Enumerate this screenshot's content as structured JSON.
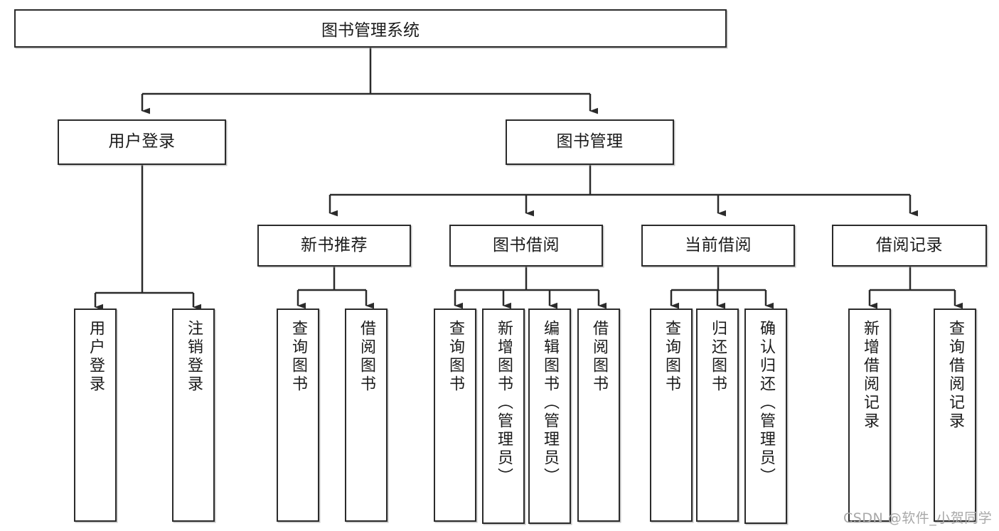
{
  "diagram": {
    "type": "tree-hierarchy",
    "title": "图书管理系统",
    "watermark": "CSDN @软件_小贺同学",
    "colors": {
      "box_border": "#2b2b2b",
      "box_fill": "#ffffff",
      "line": "#2b2b2b",
      "watermark": "#a8a8a8",
      "background": "#ffffff"
    },
    "nodes": {
      "root": {
        "label": "图书管理系统"
      },
      "level2": [
        {
          "id": "user-login",
          "label": "用户登录"
        },
        {
          "id": "book-manage",
          "label": "图书管理"
        }
      ],
      "level3": [
        {
          "id": "new-book-rec",
          "label": "新书推荐"
        },
        {
          "id": "book-borrow",
          "label": "图书借阅"
        },
        {
          "id": "current-borrow",
          "label": "当前借阅"
        },
        {
          "id": "borrow-record",
          "label": "借阅记录"
        }
      ],
      "leaves": {
        "user-login": [
          {
            "id": "leaf-user-login",
            "label": "用户登录"
          },
          {
            "id": "leaf-user-logout",
            "label": "注销登录"
          }
        ],
        "new-book-rec": [
          {
            "id": "leaf-query-book-1",
            "label": "查询图书"
          },
          {
            "id": "leaf-borrow-book-1",
            "label": "借阅图书"
          }
        ],
        "book-borrow": [
          {
            "id": "leaf-query-book-2",
            "label": "查询图书"
          },
          {
            "id": "leaf-add-book",
            "label": "新增图书（管理员）"
          },
          {
            "id": "leaf-edit-book",
            "label": "编辑图书（管理员）"
          },
          {
            "id": "leaf-borrow-book-2",
            "label": "借阅图书"
          }
        ],
        "current-borrow": [
          {
            "id": "leaf-query-book-3",
            "label": "查询图书"
          },
          {
            "id": "leaf-return-book",
            "label": "归还图书"
          },
          {
            "id": "leaf-confirm-return",
            "label": "确认归还（管理员）"
          }
        ],
        "borrow-record": [
          {
            "id": "leaf-add-record",
            "label": "新增借阅记录"
          },
          {
            "id": "leaf-query-record",
            "label": "查询借阅记录"
          }
        ]
      }
    }
  }
}
